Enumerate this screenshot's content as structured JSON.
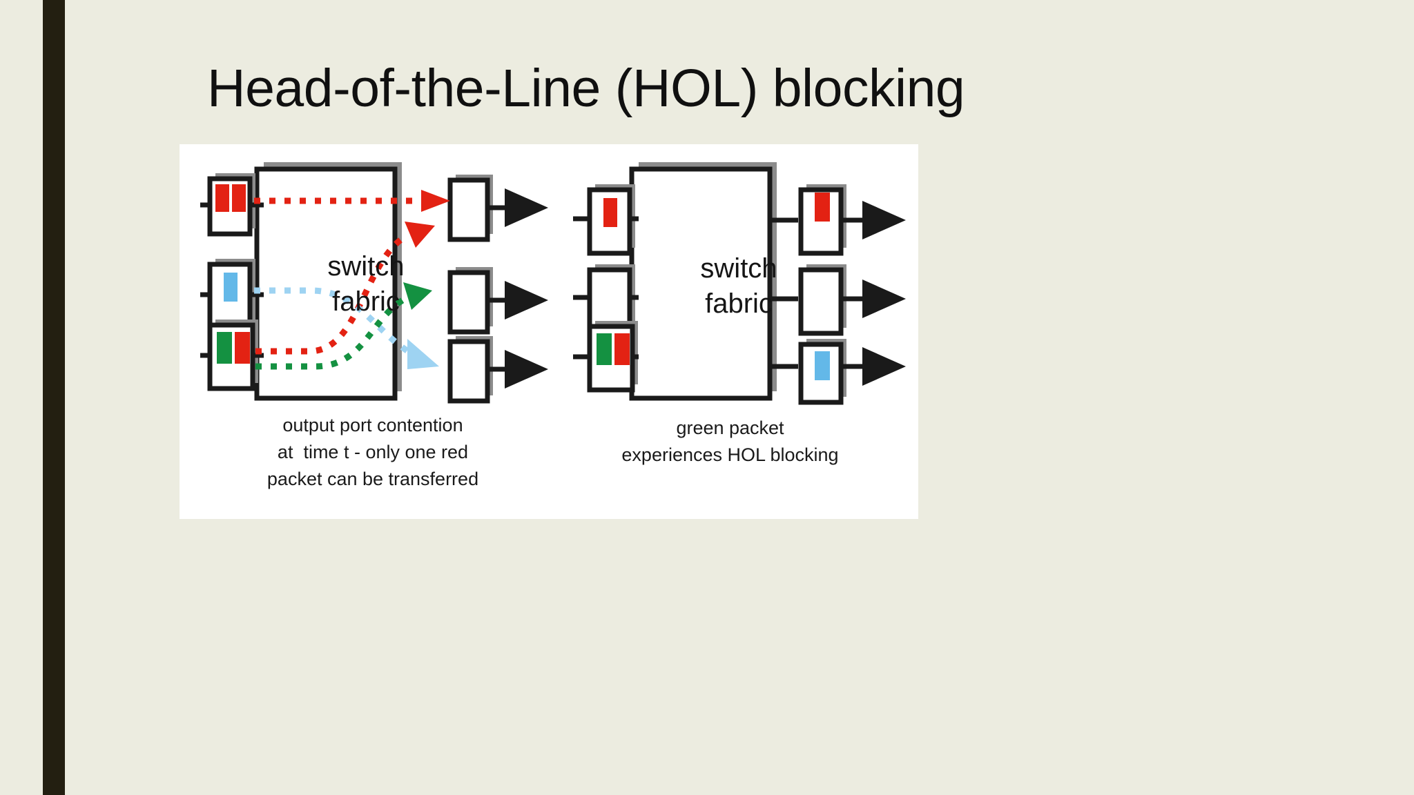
{
  "slide": {
    "title": "Head-of-the-Line (HOL) blocking",
    "background_color": "#ecece0",
    "accent_bar_color": "#231f11",
    "panel_background": "#ffffff"
  },
  "colors": {
    "red_packet": "#e32213",
    "green_packet": "#149141",
    "blue_packet": "#63b8e8",
    "line_black": "#1a1a1a",
    "shadow_gray": "#8c8c8c"
  },
  "figure": {
    "left_diagram": {
      "fabric_label": "switch\nfabric",
      "caption": "output port contention\nat  time t - only one red\npacket can be transferred",
      "input_queues": [
        {
          "index": 1,
          "packets": [
            "red",
            "red"
          ]
        },
        {
          "index": 2,
          "packets": [
            "blue"
          ]
        },
        {
          "index": 3,
          "packets": [
            "green",
            "red"
          ]
        }
      ],
      "output_queues": [
        {
          "index": 1,
          "packets": []
        },
        {
          "index": 2,
          "packets": []
        },
        {
          "index": 3,
          "packets": []
        }
      ],
      "flows": [
        {
          "from_input": 1,
          "to_output": 1,
          "color": "red"
        },
        {
          "from_input": 3,
          "to_output": 1,
          "color": "red"
        },
        {
          "from_input": 2,
          "to_output": 3,
          "color": "blue"
        },
        {
          "from_input": 3,
          "to_output": 2,
          "color": "green"
        }
      ]
    },
    "right_diagram": {
      "fabric_label": "switch\nfabric",
      "caption": "green packet\nexperiences HOL blocking",
      "input_queues": [
        {
          "index": 1,
          "packets": [
            "red"
          ]
        },
        {
          "index": 2,
          "packets": []
        },
        {
          "index": 3,
          "packets": [
            "green",
            "red"
          ]
        }
      ],
      "output_queues": [
        {
          "index": 1,
          "packets": [
            "red"
          ]
        },
        {
          "index": 2,
          "packets": []
        },
        {
          "index": 3,
          "packets": [
            "blue"
          ]
        }
      ],
      "flows": []
    }
  }
}
